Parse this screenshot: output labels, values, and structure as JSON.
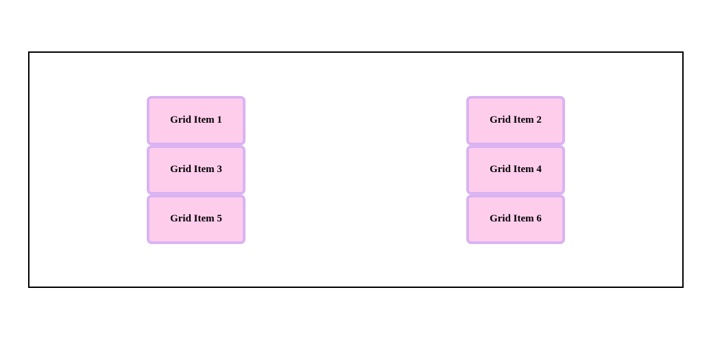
{
  "page": {
    "background_color": "#ffffff"
  },
  "container": {
    "border_color": "#000000",
    "background_color": "#ffffff"
  },
  "item_style": {
    "fill_color": "#ffcdec",
    "border_color": "#d9b3f2",
    "text_color": "#000000"
  },
  "grid": {
    "columns": [
      {
        "name": "left-column",
        "items": [
          {
            "label": "Grid Item 1"
          },
          {
            "label": "Grid Item 3"
          },
          {
            "label": "Grid Item 5"
          }
        ]
      },
      {
        "name": "right-column",
        "items": [
          {
            "label": "Grid Item 2"
          },
          {
            "label": "Grid Item 4"
          },
          {
            "label": "Grid Item 6"
          }
        ]
      }
    ]
  }
}
